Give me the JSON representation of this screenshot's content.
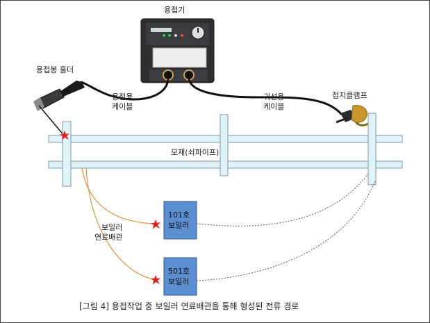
{
  "labels": {
    "welder": "용접기",
    "holder": "용접봉 홀더",
    "welding_cable_line1": "용접용",
    "welding_cable_line2": "케이블",
    "return_cable_line1": "귀선용",
    "return_cable_line2": "케이블",
    "ground_clamp": "접지클램프",
    "base_metal": "모재(쇠파이프)",
    "boiler_pipe_line1": "보일러",
    "boiler_pipe_line2": "연료배관",
    "boiler_101_line1": "101호",
    "boiler_101_line2": "보일러",
    "boiler_501_line1": "501호",
    "boiler_501_line2": "보일러"
  },
  "caption": "[그림 4] 용접작업 중 보일러 연료배관을 통해 형성된 전류 경로",
  "colors": {
    "pipe_fill": "#dff3f8",
    "pipe_stroke": "#7a9aa6",
    "boiler_fill": "#5b8fd1",
    "current_path": "#e0903a",
    "spark": "#e52020",
    "cable": "#111111",
    "dotted_path": "#555555"
  }
}
